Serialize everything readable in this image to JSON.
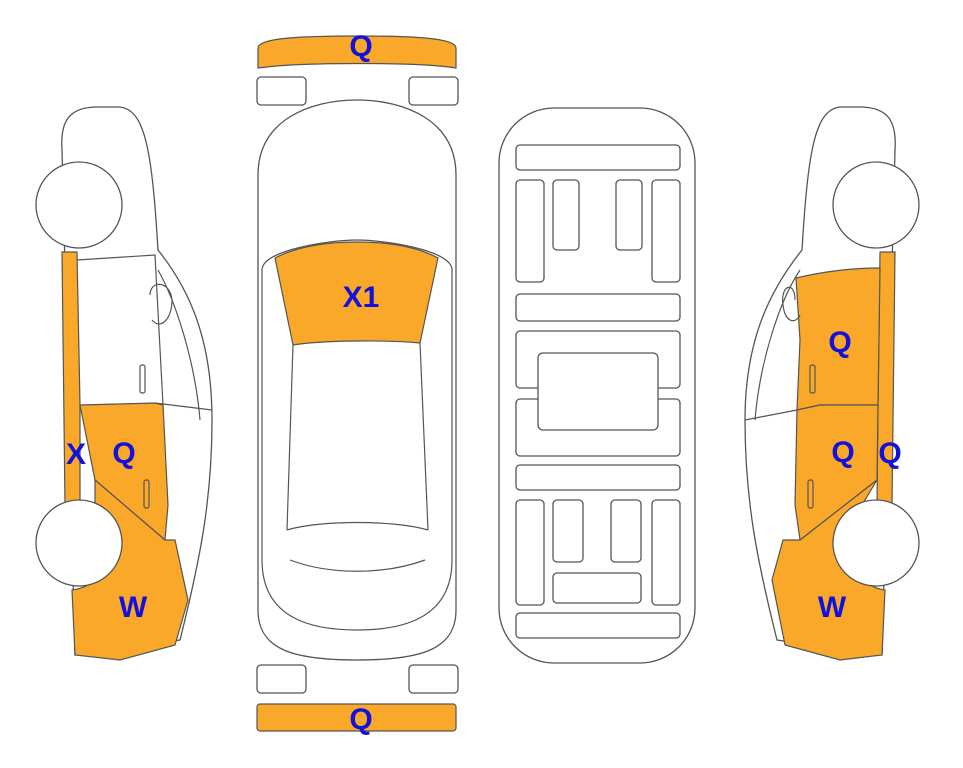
{
  "colors": {
    "damage": "#F9A82A",
    "label": "#1212DC",
    "outline": "#555555"
  },
  "labels": {
    "front_bumper": "Q",
    "windshield": "X1",
    "rear_bumper": "Q",
    "left_rocker": "X",
    "left_front_door": "Q",
    "left_front_fender": "W",
    "right_front_door": "Q",
    "right_rear_door": "Q",
    "right_rocker": "Q",
    "right_front_fender": "W"
  }
}
